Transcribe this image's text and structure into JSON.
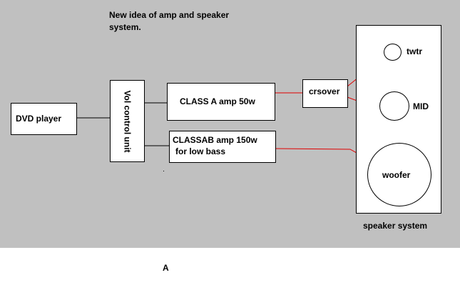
{
  "heading": "New idea of amp and speaker system.",
  "blocks": {
    "dvd_player": "DVD player",
    "vol_control": "Vol control unit",
    "class_a_amp": "CLASS A amp 50w",
    "class_ab_amp_line1": "CLASSAB amp 150w",
    "class_ab_amp_line2": "for low bass",
    "crossover": "crsover"
  },
  "speaker": {
    "tweeter": "twtr",
    "mid": "MID",
    "woofer": "woofer",
    "caption": "speaker system"
  },
  "footer_label": "A",
  "colors": {
    "canvas": "#c0c0c0",
    "black_wire": "#000000",
    "red_wire": "#e00000"
  }
}
